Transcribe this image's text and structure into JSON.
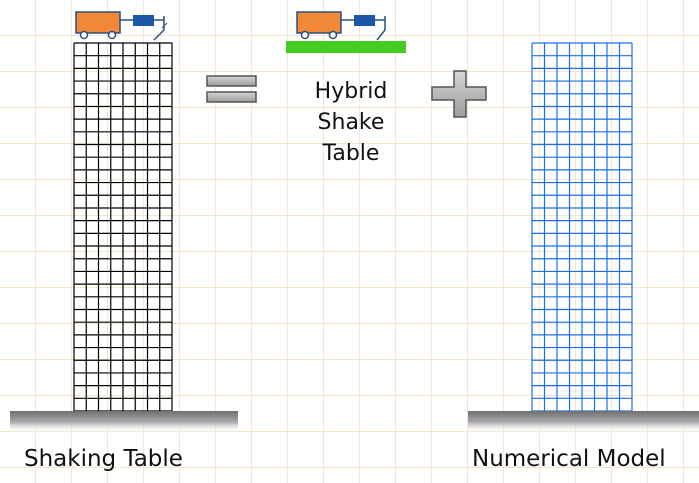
{
  "labels": {
    "shaking_table": "Shaking Table",
    "numerical_model": "Numerical Model",
    "hybrid_shake_table": [
      "Hybrid",
      "Shake",
      "Table"
    ]
  },
  "operators": {
    "equals": "equals-sign",
    "plus": "plus-sign"
  },
  "colors": {
    "physical_grid": "#000000",
    "numerical_grid": "#1a6fe6",
    "hybrid_base": "#44cc22",
    "cart_body": "#f08838",
    "actuator": "#1f57a8",
    "ground": "#8e8e8e",
    "operator_fill": "#bdbdbd"
  }
}
